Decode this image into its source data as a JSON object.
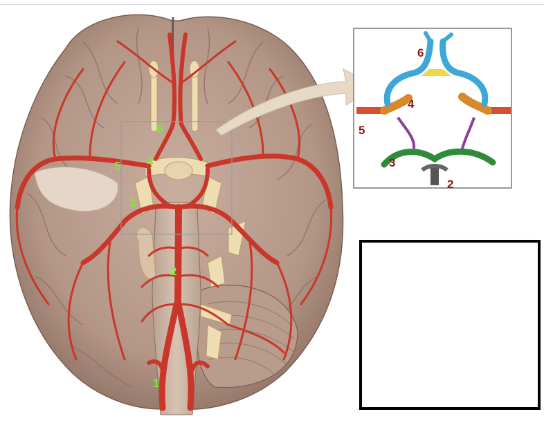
{
  "figure": {
    "main_labels": [
      "1",
      "2",
      "3",
      "4",
      "5",
      "6"
    ],
    "inset_labels": [
      "2",
      "3",
      "4",
      "5",
      "6"
    ]
  },
  "colors": {
    "artery": "#c8372a",
    "brain": "#b99c8d",
    "nerve": "#eedcb2",
    "main_label": "#7dea3a",
    "inset_label": "#8b1a12",
    "inset_anterior_cerebral": "#3da7d8",
    "inset_middle_cerebral": "#d4502f",
    "inset_internal_carotid": "#d8892c",
    "inset_posterior_communicating": "#8a3f9a",
    "inset_posterior_cerebral": "#2f8a3a",
    "inset_basilar": "#555555",
    "inset_anterior_communicating": "#f1d64a"
  },
  "answer_box": {
    "content": ""
  }
}
